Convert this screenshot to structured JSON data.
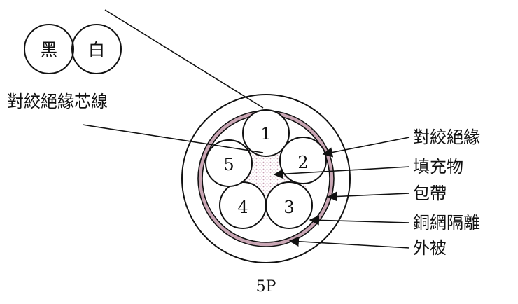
{
  "pair_colors": [
    "黑",
    "白"
  ],
  "left_label": "對絞絕緣芯線",
  "conductor_numbers": [
    "1",
    "2",
    "3",
    "4",
    "5"
  ],
  "right_labels": {
    "twisted_insulation": "對絞絕緣",
    "filler": "填充物",
    "wrapping_tape": "包帶",
    "copper_shield": "銅網隔離",
    "outer_jacket": "外被"
  },
  "caption": "5P",
  "colors": {
    "line": "#111111",
    "shield_fill": "#c9a6b4",
    "filler_fill": "#c9a0b4",
    "background": "#ffffff"
  }
}
